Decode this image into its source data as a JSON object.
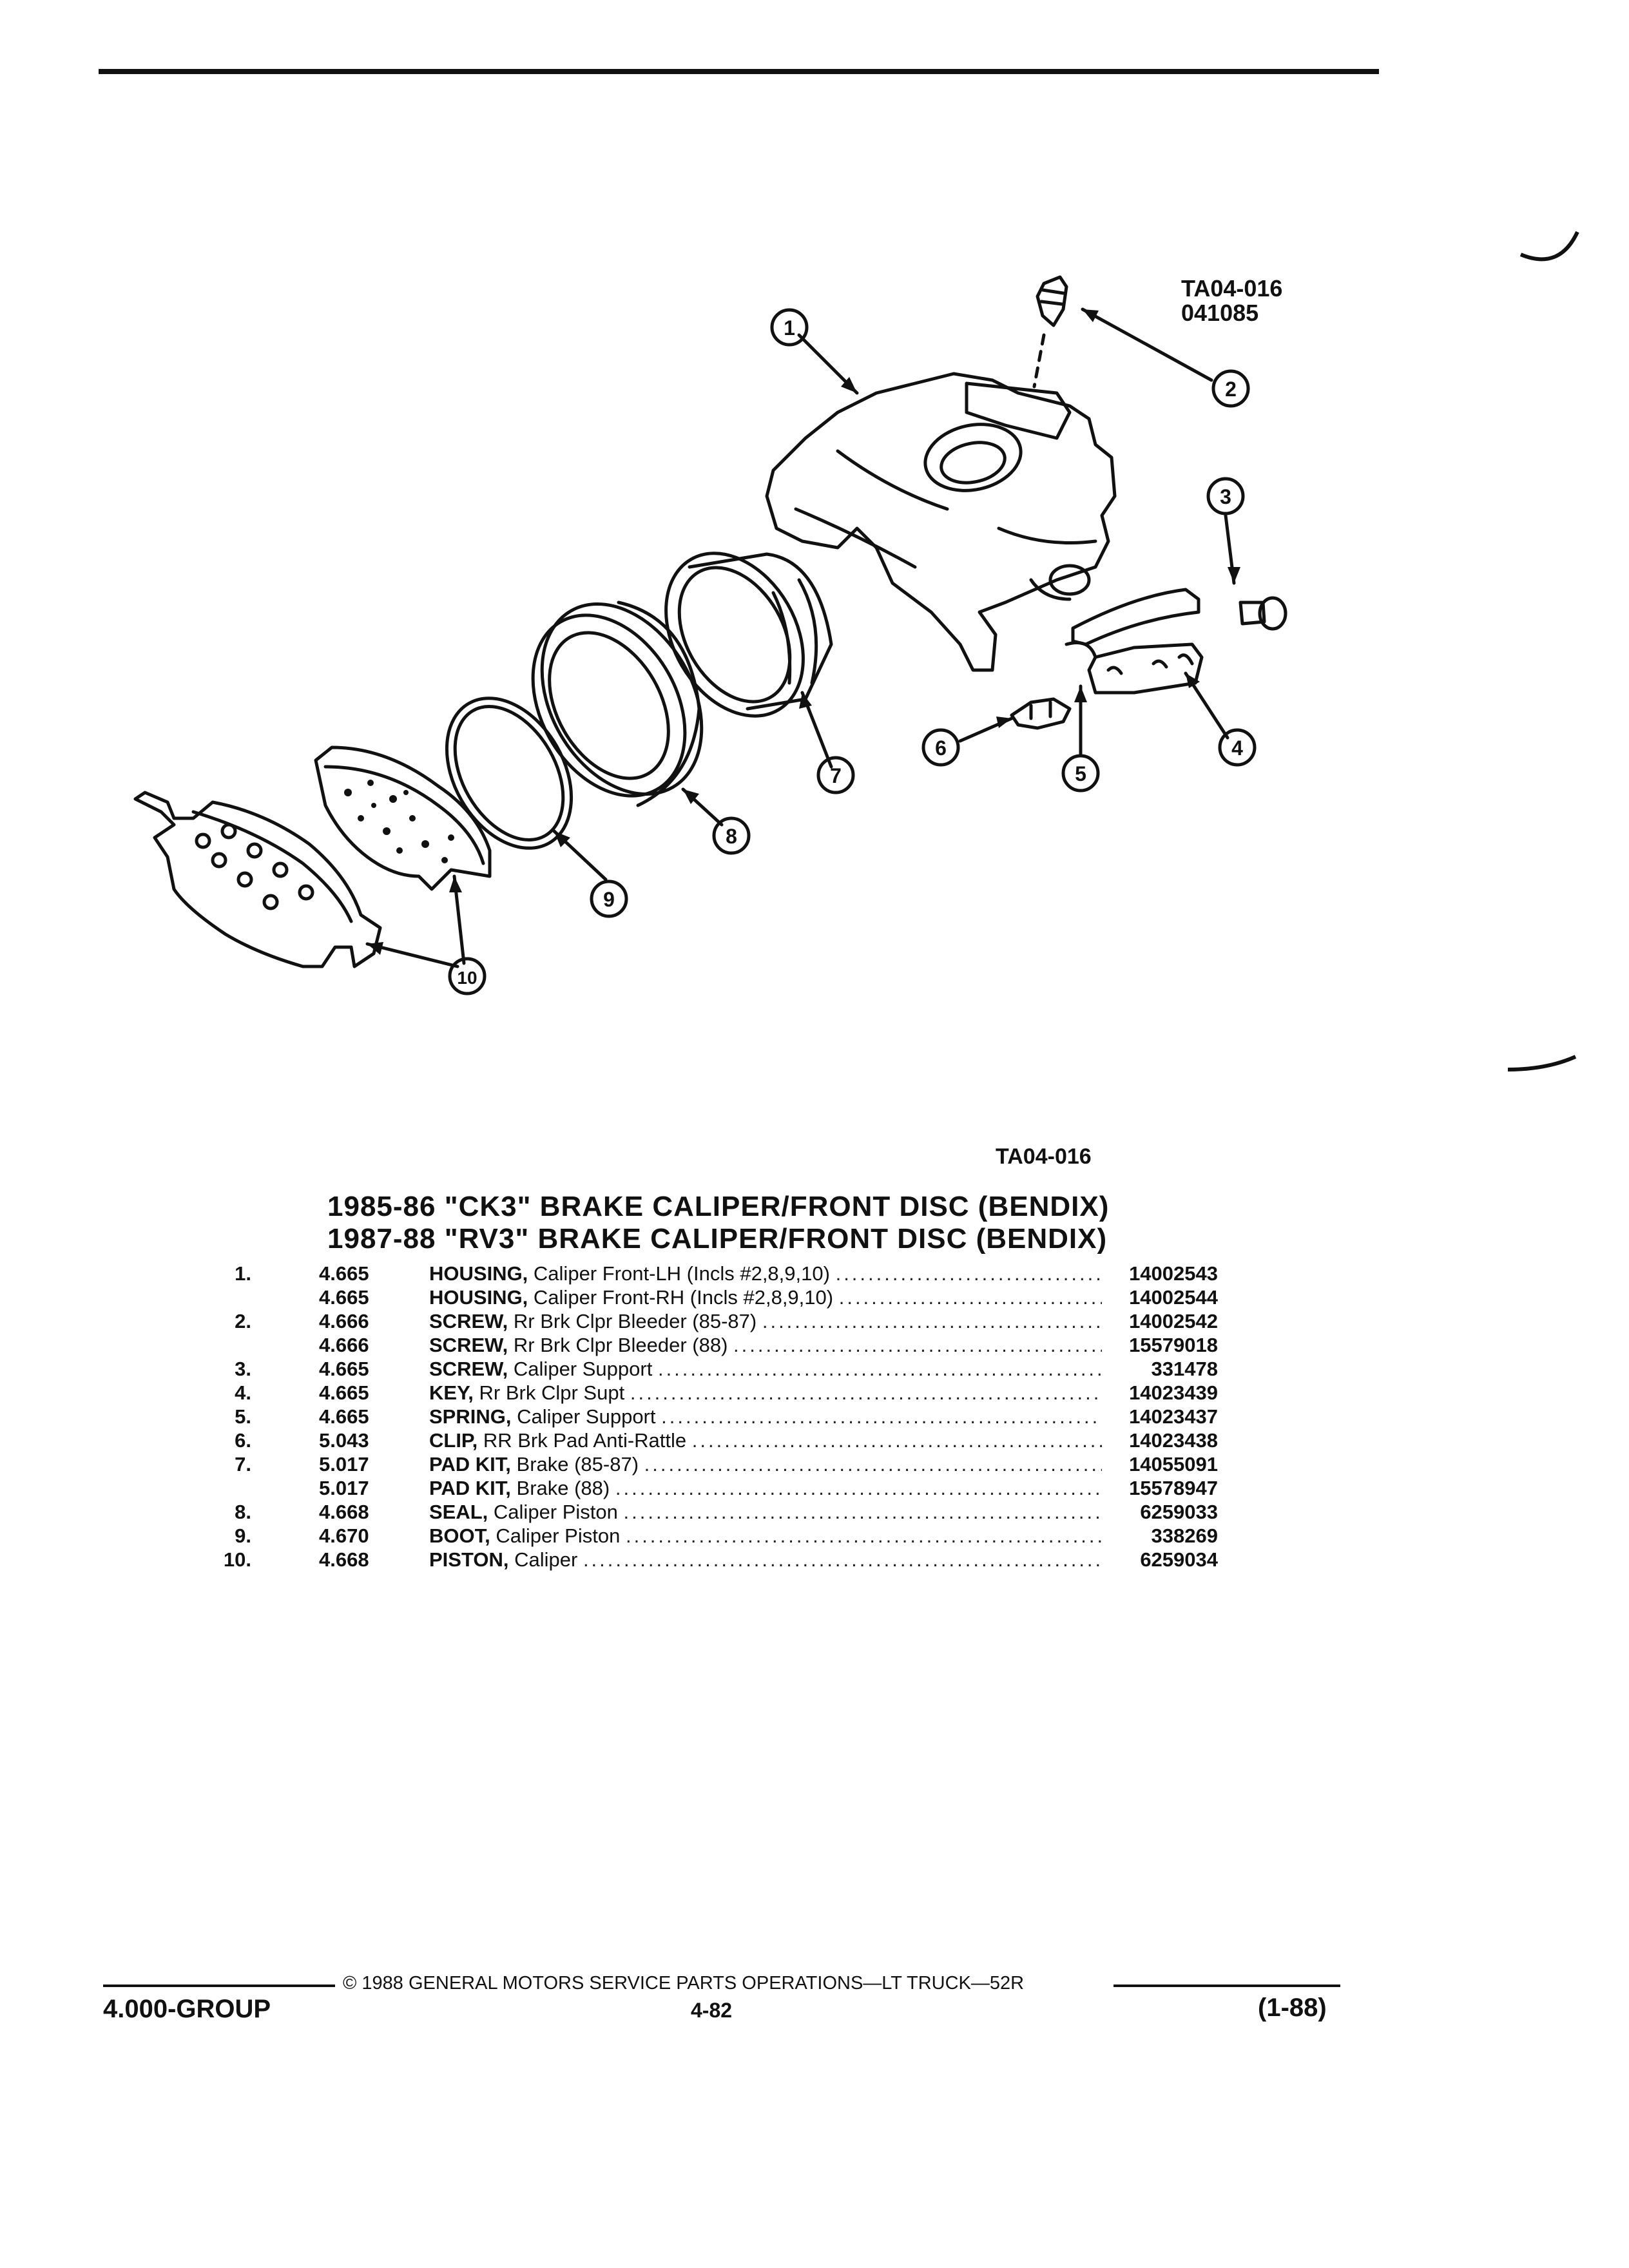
{
  "figure": {
    "ref_top": "TA04-016",
    "code": "041085",
    "ref_bottom": "TA04-016",
    "callouts": [
      "1",
      "2",
      "3",
      "4",
      "5",
      "6",
      "7",
      "8",
      "9",
      "10"
    ]
  },
  "titles": [
    "1985-86 \"CK3\" BRAKE CALIPER/FRONT DISC (BENDIX)",
    "1987-88 \"RV3\" BRAKE CALIPER/FRONT DISC (BENDIX)"
  ],
  "parts": [
    {
      "item": "1.",
      "group": "4.665",
      "name": "HOUSING,",
      "desc": "Caliper Front-LH (Incls #2,8,9,10)",
      "part": "14002543"
    },
    {
      "item": "",
      "group": "4.665",
      "name": "HOUSING,",
      "desc": "Caliper Front-RH (Incls #2,8,9,10)",
      "part": "14002544"
    },
    {
      "item": "2.",
      "group": "4.666",
      "name": "SCREW,",
      "desc": "Rr Brk Clpr Bleeder (85-87)",
      "part": "14002542"
    },
    {
      "item": "",
      "group": "4.666",
      "name": "SCREW,",
      "desc": "Rr Brk Clpr Bleeder (88)",
      "part": "15579018"
    },
    {
      "item": "3.",
      "group": "4.665",
      "name": "SCREW,",
      "desc": "Caliper Support",
      "part": "331478"
    },
    {
      "item": "4.",
      "group": "4.665",
      "name": "KEY,",
      "desc": "Rr Brk Clpr Supt",
      "part": "14023439"
    },
    {
      "item": "5.",
      "group": "4.665",
      "name": "SPRING,",
      "desc": "Caliper Support",
      "part": "14023437"
    },
    {
      "item": "6.",
      "group": "5.043",
      "name": "CLIP,",
      "desc": "RR Brk Pad Anti-Rattle",
      "part": "14023438"
    },
    {
      "item": "7.",
      "group": "5.017",
      "name": "PAD KIT,",
      "desc": "Brake (85-87)",
      "part": "14055091"
    },
    {
      "item": "",
      "group": "5.017",
      "name": "PAD KIT,",
      "desc": "Brake (88)",
      "part": "15578947"
    },
    {
      "item": "8.",
      "group": "4.668",
      "name": "SEAL,",
      "desc": "Caliper Piston",
      "part": "6259033"
    },
    {
      "item": "9.",
      "group": "4.670",
      "name": "BOOT,",
      "desc": "Caliper Piston",
      "part": "338269"
    },
    {
      "item": "10.",
      "group": "4.668",
      "name": "PISTON,",
      "desc": "Caliper",
      "part": "6259034"
    }
  ],
  "footer": {
    "copyright": "© 1988 GENERAL MOTORS SERVICE PARTS OPERATIONS—LT TRUCK—52R",
    "group": "4.000-GROUP",
    "page": "4-82",
    "date": "(1-88)"
  }
}
